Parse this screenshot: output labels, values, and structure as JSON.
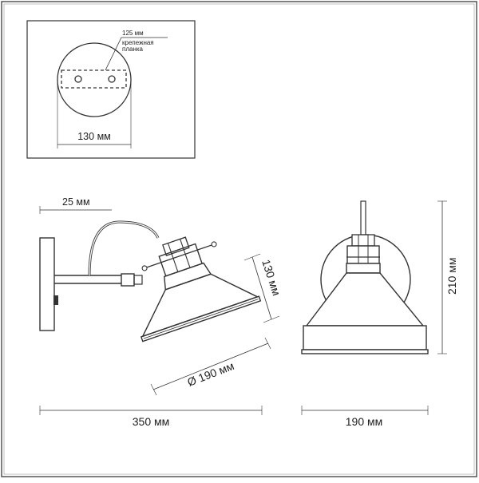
{
  "mount_plate": {
    "bracket_label": "125 мм",
    "bracket_name_line1": "крепежная",
    "bracket_name_line2": "планка",
    "diameter_label": "130 мм"
  },
  "side_view": {
    "arm_offset_label": "25 мм",
    "shade_height_label": "130 мм",
    "shade_diameter_label": "Ø 190 мм",
    "total_length_label": "350  мм"
  },
  "front_view": {
    "height_label": "210 мм",
    "width_label": "190 мм"
  }
}
